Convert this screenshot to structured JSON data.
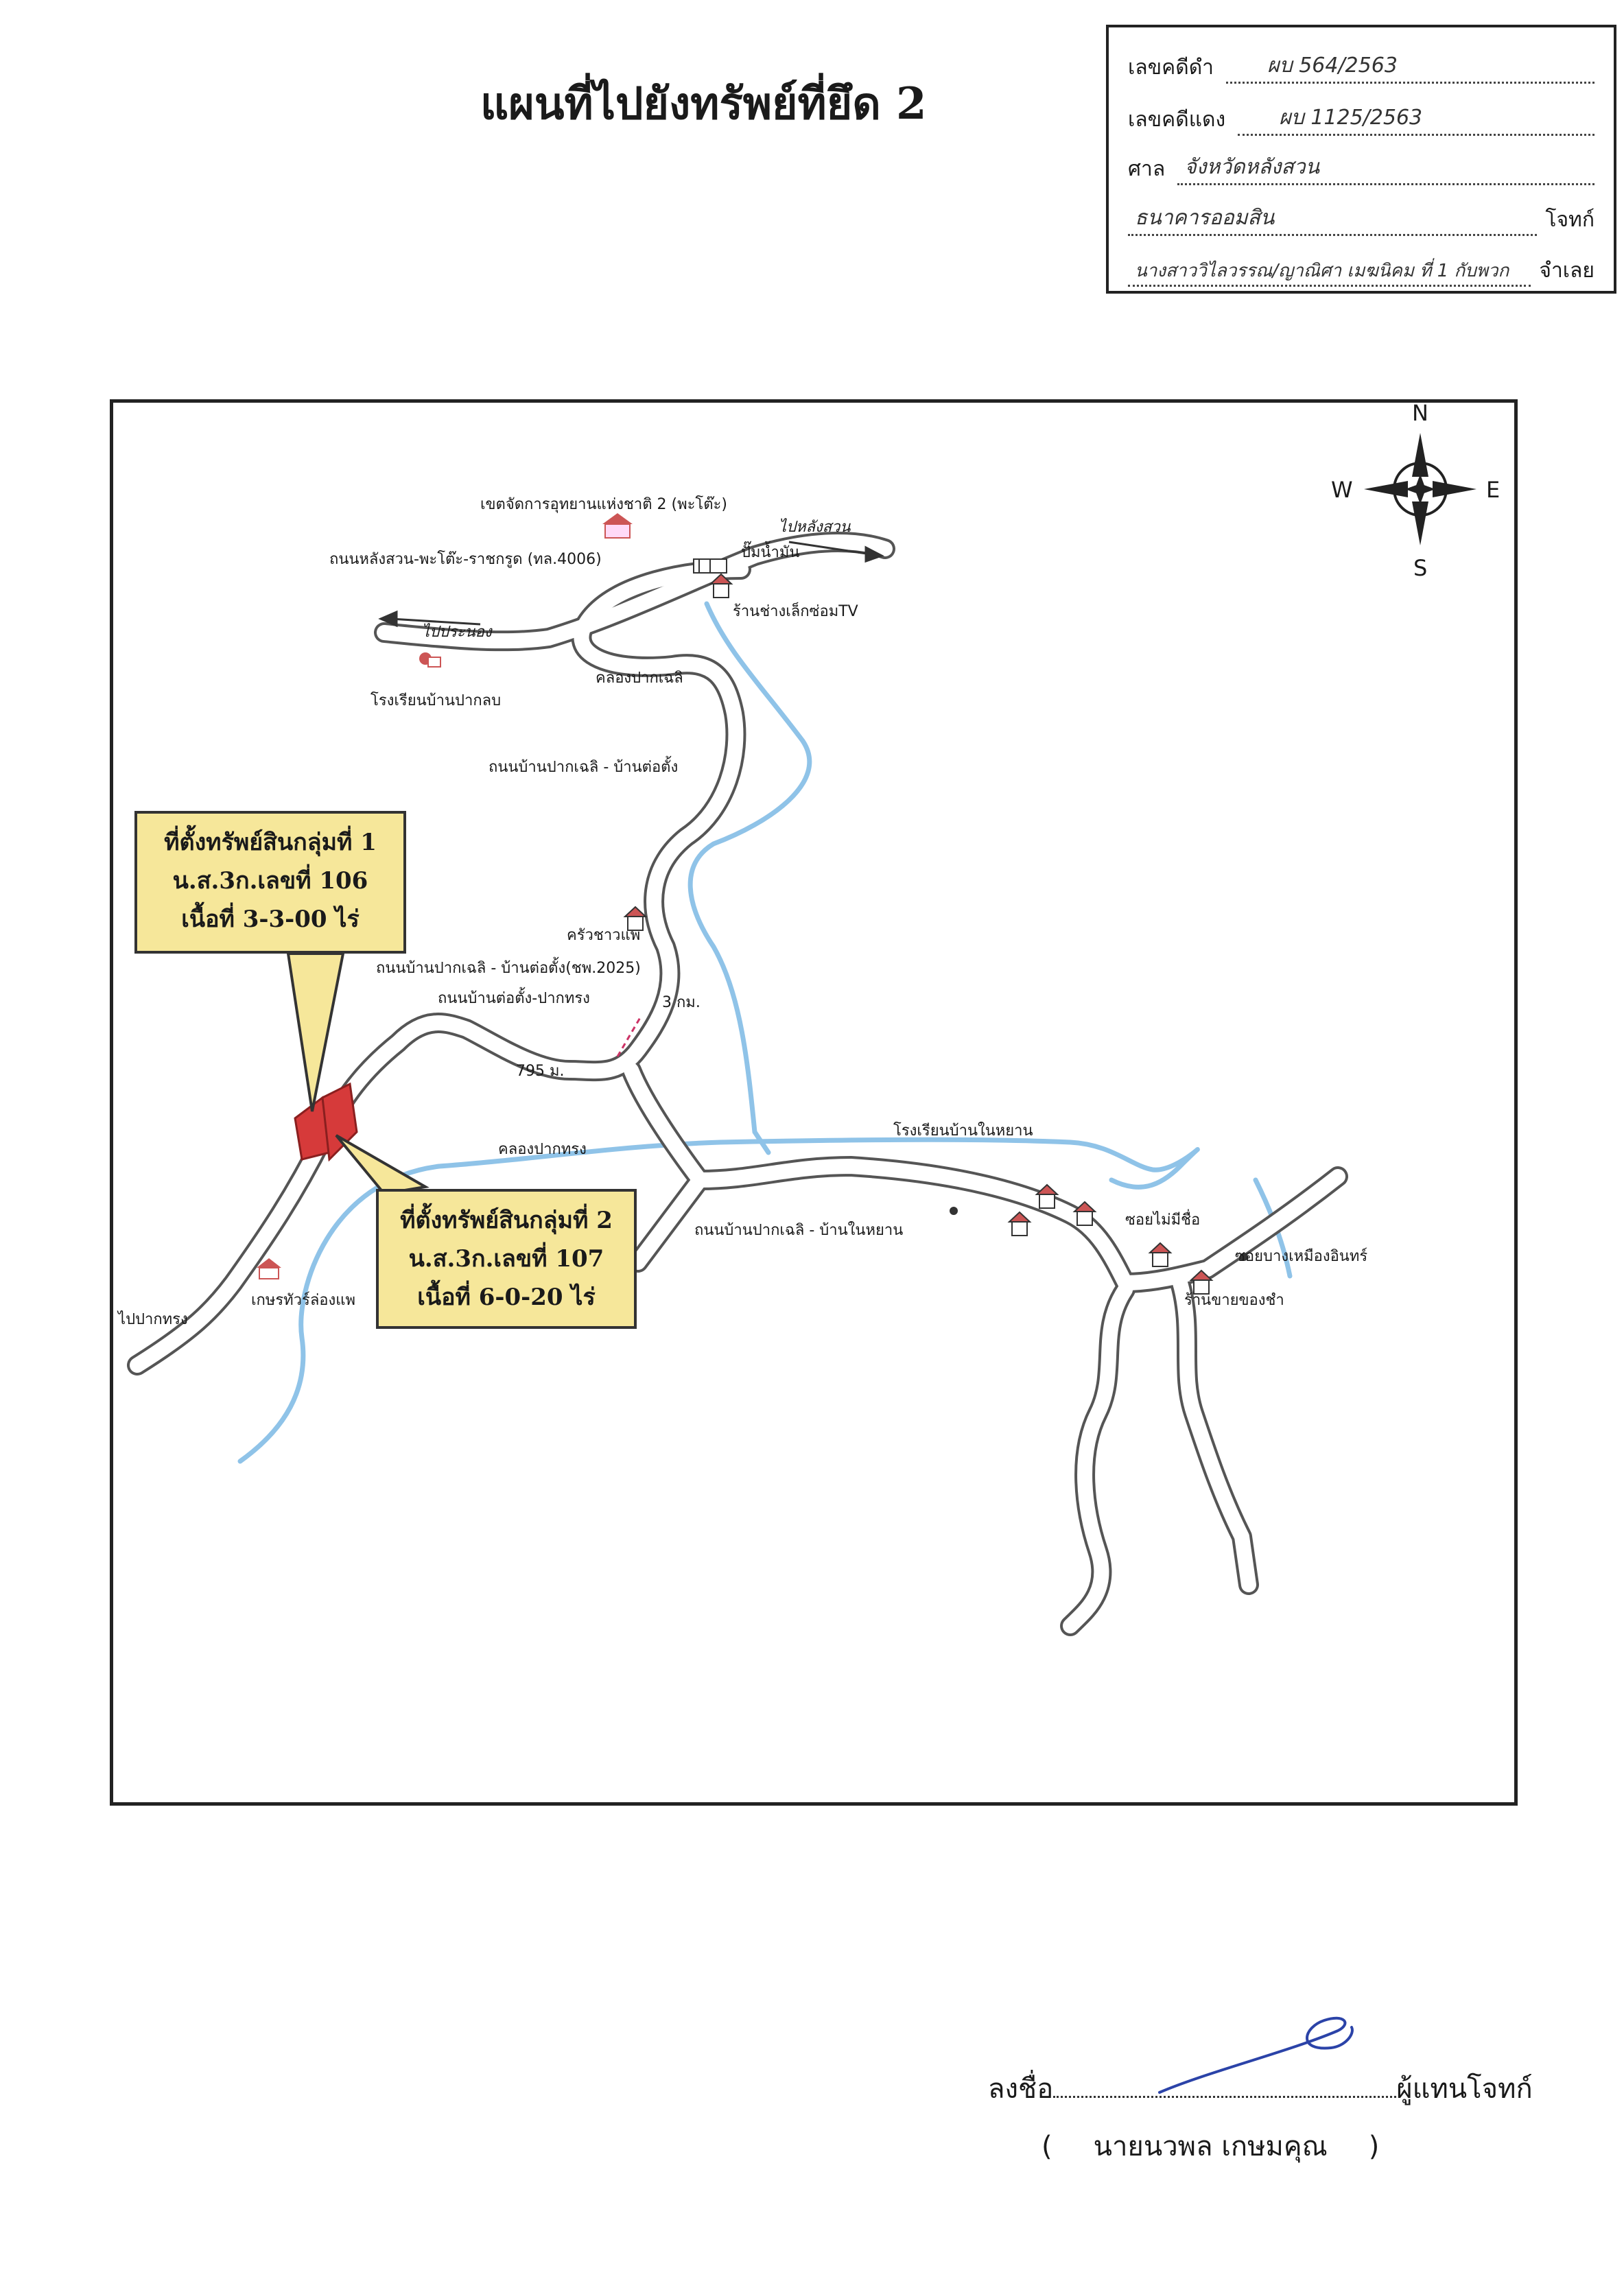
{
  "title": "แผนที่ไปยังทรัพย์ที่ยึด 2",
  "case_info": {
    "black_no_label": "เลขคดีดำ",
    "black_no": "ผบ 564/2563",
    "red_no_label": "เลขคดีแดง",
    "red_no": "ผบ 1125/2563",
    "court_label": "ศาล",
    "court": "จังหวัดหลังสวน",
    "plaintiff": "ธนาคารออมสิน",
    "plaintiff_suffix": "โจทก์",
    "defendant": "นางสาววิไลวรรณ/ญาณิศา เมฆนิคม ที่ 1 กับพวก",
    "defendant_suffix": "จำเลย"
  },
  "compass": {
    "n": "N",
    "s": "S",
    "e": "E",
    "w": "W"
  },
  "labels": {
    "park_office": "เขตจัดการอุทยานแห่งชาติ 2 (พะโต๊ะ)",
    "to_langsuan": "ไปหลังสวน",
    "main_road": "ถนนหลังสวน-พะโต๊ะ-ราชกรูด (ทล.4006)",
    "gas_station": "ปั๊มน้ำมัน",
    "tv_shop": "ร้านช่างเล็กซ่อมTV",
    "to_pranong": "ไปประนอง",
    "school_paklob": "โรงเรียนบ้านปากลบ",
    "canal_pakkhlej": "คลองปากเฉลิ",
    "road_pakkhlej_tortang": "ถนนบ้านปากเฉลิ - บ้านต่อตั้ง",
    "restaurant": "ครัวชาวแพ",
    "road_chp2025": "ถนนบ้านปากเฉลิ - บ้านต่อตั้ง(ชพ.2025)",
    "road_tortang_pakthong": "ถนนบ้านต่อตั้ง-ปากทรง",
    "dist_3km": "3 กม.",
    "dist_795m": "795 ม.",
    "canal_pakthong": "คลองปากทรง",
    "school_naiyahan": "โรงเรียนบ้านในหยาน",
    "road_pakkhlej_naiyahan": "ถนนบ้านปากเฉลิ - บ้านในหยาน",
    "alley_unnamed": "ซอยไม่มีชื่อ",
    "alley_bangmuang": "ซอยบางเหมืองอินทร์",
    "grocery": "ร้านขายของชำ",
    "to_pakthong": "ไปปากทรง",
    "raft_resort": "เกษรทัวร์ล่องแพ"
  },
  "callouts": {
    "group1": {
      "title": "ที่ตั้งทรัพย์สินกลุ่มที่ 1",
      "deed": "น.ส.3ก.เลขที่ 106",
      "area": "เนื้อที่ 3-3-00 ไร่"
    },
    "group2": {
      "title": "ที่ตั้งทรัพย์สินกลุ่มที่ 2",
      "deed": "น.ส.3ก.เลขที่ 107",
      "area": "เนื้อที่ 6-0-20 ไร่"
    }
  },
  "signature": {
    "sign_label": "ลงชื่อ",
    "role": "ผู้แทนโจทก์",
    "name": "นายนวพล  เกษมคุณ",
    "open_paren": "(",
    "close_paren": ")"
  },
  "colors": {
    "road": "#555555",
    "river": "#8fc3e8",
    "callout_fill": "#f6e79a",
    "parcel": "#d63a3a",
    "distance_label": "#cc3366",
    "signature_ink": "#2b43a8"
  }
}
